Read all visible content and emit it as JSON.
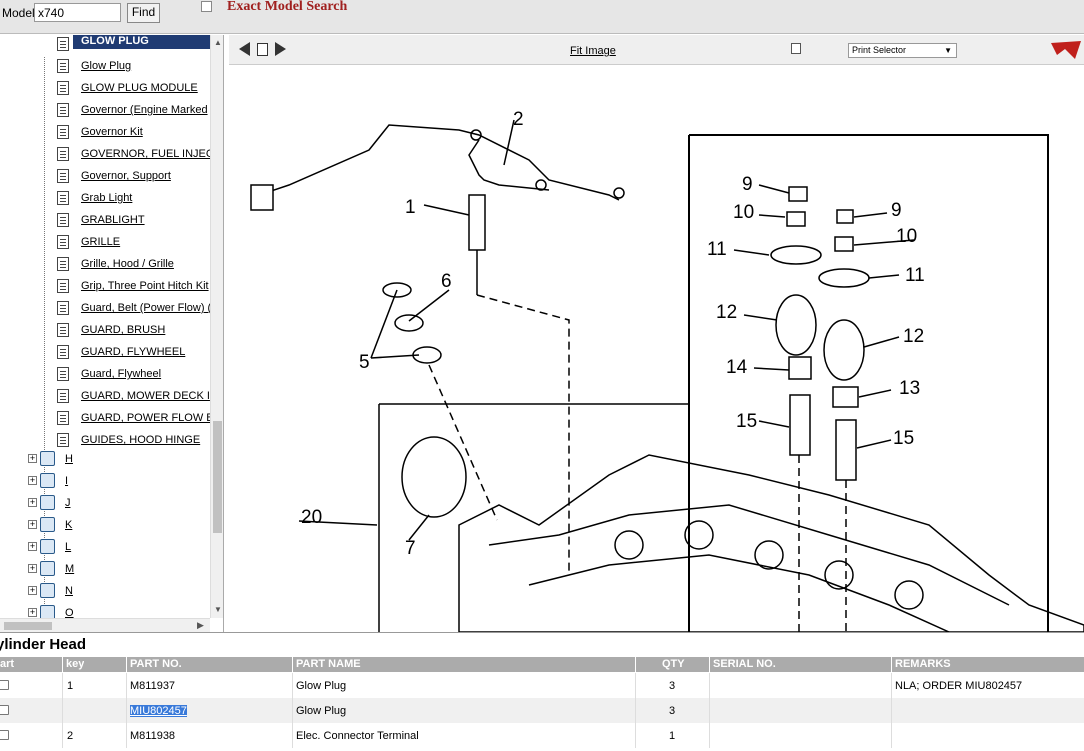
{
  "toolbar": {
    "model_label": "Model",
    "model_value": "x740",
    "find_label": "Find",
    "exact_label": "Exact Model Search"
  },
  "tree": {
    "items": [
      "GLOW PLUG",
      "Glow Plug",
      "GLOW PLUG MODULE",
      "Governor (Engine Marked",
      "Governor Kit",
      "GOVERNOR, FUEL INJEC",
      "Governor, Support",
      "Grab Light",
      "GRABLIGHT",
      "GRILLE",
      "Grille, Hood / Grille",
      "Grip, Three Point Hitch Kit",
      "Guard, Belt (Power Flow) (",
      "GUARD, BRUSH",
      "GUARD, FLYWHEEL",
      "Guard, Flywheel",
      "GUARD, MOWER DECK I",
      "GUARD, POWER FLOW B",
      "GUIDES, HOOD HINGE"
    ],
    "letters": [
      "H",
      "I",
      "J",
      "K",
      "L",
      "M",
      "N",
      "O"
    ]
  },
  "viewer": {
    "fit_label": "Fit Image",
    "print_label": "Print Selector",
    "print_arrow": "▼"
  },
  "diagram": {
    "callouts": [
      "1",
      "2",
      "5",
      "6",
      "7",
      "9",
      "9",
      "10",
      "10",
      "11",
      "11",
      "12",
      "12",
      "13",
      "14",
      "15",
      "15",
      "20"
    ]
  },
  "parts": {
    "title": "ylinder Head",
    "columns": [
      "art",
      "key",
      "PART NO.",
      "PART NAME",
      "QTY",
      "SERIAL NO.",
      "REMARKS"
    ],
    "rows": [
      {
        "key": "1",
        "part_no": "M811937",
        "part_name": "Glow Plug",
        "qty": "3",
        "serial": "",
        "remarks": "NLA; ORDER MIU802457"
      },
      {
        "key": "",
        "part_no": "MIU802457",
        "part_name": "Glow Plug",
        "qty": "3",
        "serial": "",
        "remarks": ""
      },
      {
        "key": "2",
        "part_no": "M811938",
        "part_name": "Elec. Connector Terminal",
        "qty": "1",
        "serial": "",
        "remarks": ""
      }
    ]
  },
  "colors": {
    "selected": "#1f3b73",
    "exact_label": "#a0201f",
    "header": "#ababab",
    "highlight": "#3879d9"
  }
}
